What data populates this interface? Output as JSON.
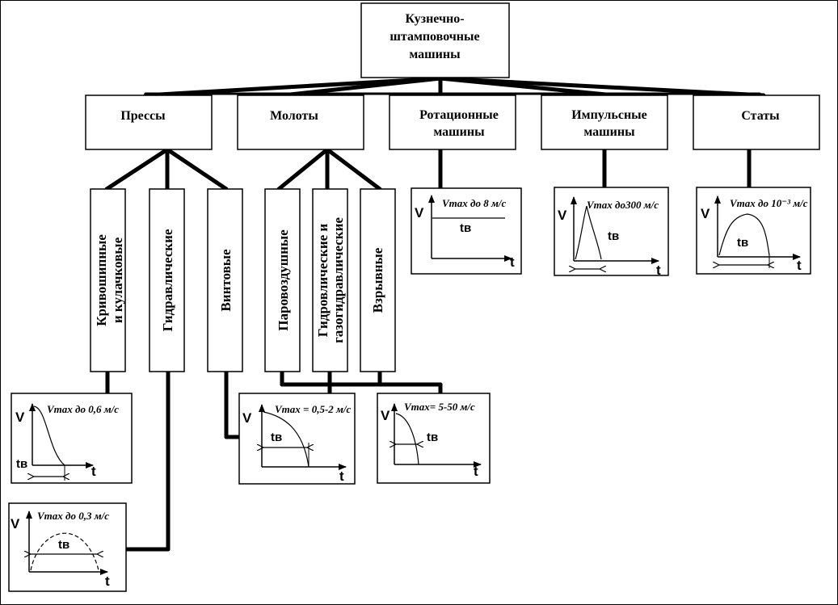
{
  "root": {
    "line1": "Кузнечно-",
    "line2": "штамповочные",
    "line3": "машины"
  },
  "groups": {
    "presses": "Прессы",
    "hammers": "Молоты",
    "rotary_l1": "Ротационные",
    "rotary_l2": "машины",
    "impulse_l1": "Импульсные",
    "impulse_l2": "машины",
    "statics": "Статы"
  },
  "subtypes": {
    "crank_l1": "Кривошипные",
    "crank_l2": "и кулачковые",
    "hydraulic": "Гидравлические",
    "screw": "Винтовые",
    "steam_air": "Паровоздушные",
    "hydro_l1": "Гидровлические и",
    "hydro_l2": "газогидравлические",
    "explosive": "Взрывные"
  },
  "graphs": {
    "crank": {
      "caption": "Vmax до 0,6 м/с",
      "v": "V",
      "t": "t",
      "t0": "tв"
    },
    "hydraulic": {
      "caption": "Vmax до 0,3 м/с",
      "v": "V",
      "t": "t",
      "t0": "tв"
    },
    "screw": {
      "caption": "Vmax = 0,5-2 м/с",
      "v": "V",
      "t": "t",
      "t0": "tв"
    },
    "explosive": {
      "caption": "Vmax= 5-50 м/с",
      "v": "V",
      "t": "t",
      "t0": "tв"
    },
    "rotary": {
      "caption": "Vmax до 8 м/с",
      "v": "V",
      "t": "t",
      "t0": "tв"
    },
    "impulse": {
      "caption": "Vmax до300 м/с",
      "v": "V",
      "t": "t",
      "t0": "tв"
    },
    "statics": {
      "caption": "Vmax до 10⁻³ м/с",
      "v": "V",
      "t": "t",
      "t0": "tв"
    }
  }
}
